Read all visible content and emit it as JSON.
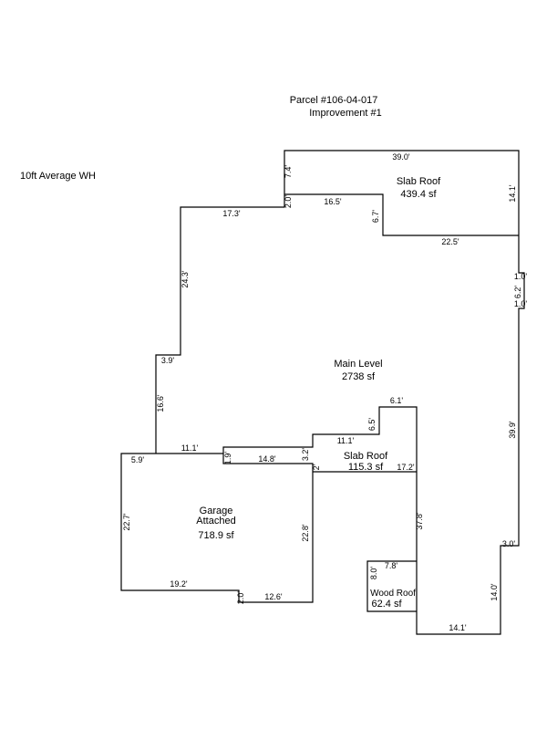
{
  "header": {
    "parcel": "Parcel #106-04-017",
    "improvement": "Improvement #1"
  },
  "note": "10ft Average WH",
  "areas": {
    "slab_roof_top": {
      "name": "Slab Roof",
      "size": "439.4 sf"
    },
    "main_level": {
      "name": "Main Level",
      "size": "2738 sf"
    },
    "slab_roof_mid": {
      "name": "Slab Roof",
      "size": "115.3 sf"
    },
    "garage": {
      "name": "Garage",
      "sub": "Attached",
      "size": "718.9 sf"
    },
    "wood_roof": {
      "name": "Wood Roof",
      "size": "62.4 sf"
    }
  },
  "dimensions": {
    "d390": "39.0'",
    "d74": "7.4'",
    "d20a": "2.0'",
    "d165": "16.5'",
    "d67": "6.7'",
    "d141a": "14.1'",
    "d225": "22.5'",
    "d173": "17.3'",
    "d243": "24.3'",
    "d10a": "1.0'",
    "d62": "6.2'",
    "d10b": "1.0'",
    "d39": "3.9'",
    "d166": "16.6'",
    "d61": "6.1'",
    "d65": "6.5'",
    "d111a": "11.1'",
    "d111b": "11.1'",
    "d59": "5.9'",
    "d19": "1.9'",
    "d148": "14.8'",
    "d32": "3.2'",
    "d2": "2'",
    "d172": "17.2'",
    "d399": "39.9'",
    "d227": "22.7'",
    "d228": "22.8'",
    "d378": "37.8'",
    "d30": "3.0'",
    "d78": "7.8'",
    "d80": "8.0'",
    "d192": "19.2'",
    "d20b": "2.0'",
    "d126": "12.6'",
    "d140": "14.0'",
    "d141b": "14.1'"
  }
}
